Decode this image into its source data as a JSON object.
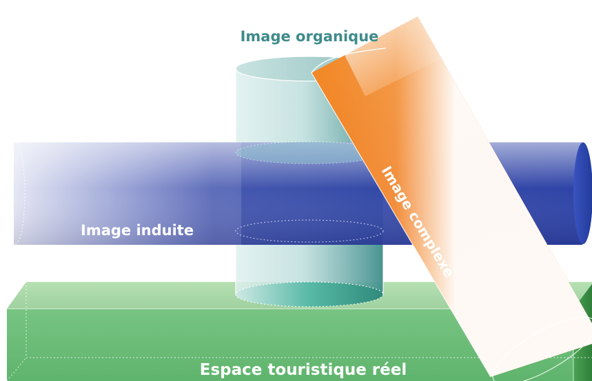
{
  "labels": {
    "organic": "Image organique",
    "induced": "Image induite",
    "complex": "Image complexe",
    "space": "Espace touristique réel"
  },
  "colors": {
    "organic_text": "#3f8b8b",
    "cylinder_teal": "#4c9e9e",
    "tube_blue": "#3447a8",
    "box_green": "#6cbf79",
    "box_top": "#a9d9a7",
    "box_side": "#3f9b4a",
    "beam_orange": "#f07a1a",
    "white_text": "#ffffff"
  }
}
